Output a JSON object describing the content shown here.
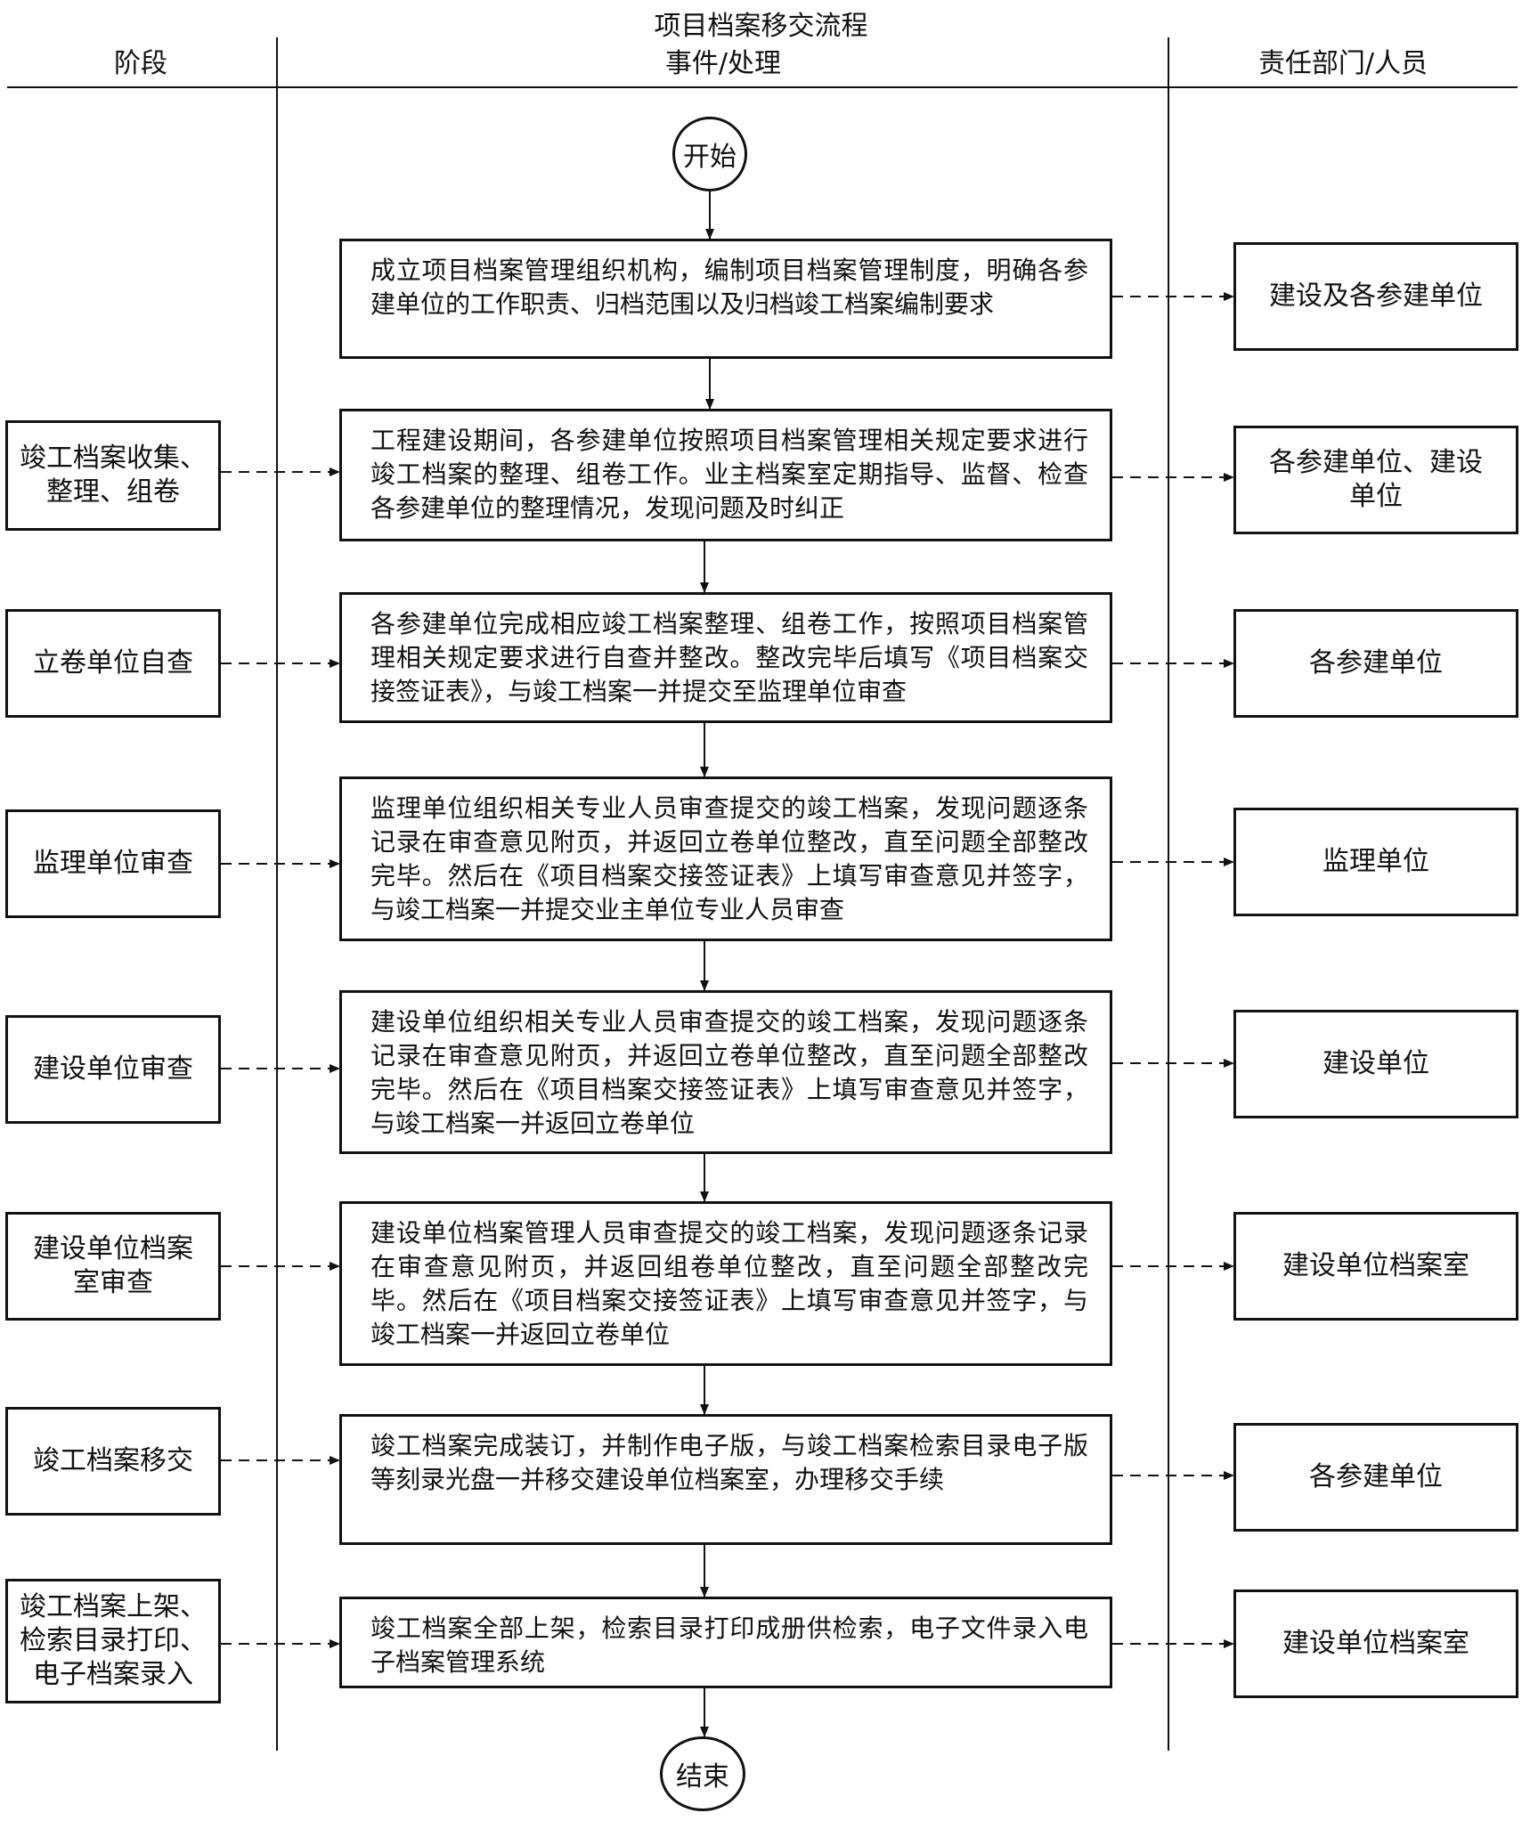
{
  "title": "项目档案移交流程",
  "headers": {
    "stage": "阶段",
    "event": "事件/处理",
    "dept": "责任部门/人员"
  },
  "start_label": "开始",
  "end_label": "结束",
  "steps": [
    {
      "stage": "",
      "event": "成立项目档案管理组织机构，编制项目档案管理制度，明确各参建单位的工作职责、归档范围以及归档竣工档案编制要求",
      "dept": "建设及各参建单位"
    },
    {
      "stage": "竣工档案收集、整理、组卷",
      "event": "工程建设期间，各参建单位按照项目档案管理相关规定要求进行竣工档案的整理、组卷工作。业主档案室定期指导、监督、检查各参建单位的整理情况，发现问题及时纠正",
      "dept": "各参建单位、建设单位"
    },
    {
      "stage": "立卷单位自查",
      "event": "各参建单位完成相应竣工档案整理、组卷工作，按照项目档案管理相关规定要求进行自查并整改。整改完毕后填写《项目档案交接签证表》，与竣工档案一并提交至监理单位审查",
      "dept": "各参建单位"
    },
    {
      "stage": "监理单位审查",
      "event": "监理单位组织相关专业人员审查提交的竣工档案，发现问题逐条记录在审查意见附页，并返回立卷单位整改，直至问题全部整改完毕。然后在《项目档案交接签证表》上填写审查意见并签字，与竣工档案一并提交业主单位专业人员审查",
      "dept": "监理单位"
    },
    {
      "stage": "建设单位审查",
      "event": "建设单位组织相关专业人员审查提交的竣工档案，发现问题逐条记录在审查意见附页，并返回立卷单位整改，直至问题全部整改完毕。然后在《项目档案交接签证表》上填写审查意见并签字，与竣工档案一并返回立卷单位",
      "dept": "建设单位"
    },
    {
      "stage": "建设单位档案室审查",
      "event": "建设单位档案管理人员审查提交的竣工档案，发现问题逐条记录在审查意见附页，并返回组卷单位整改，直至问题全部整改完毕。然后在《项目档案交接签证表》上填写审查意见并签字，与竣工档案一并返回立卷单位",
      "dept": "建设单位档案室"
    },
    {
      "stage": "竣工档案移交",
      "event": "竣工档案完成装订，并制作电子版，与竣工档案检索目录电子版等刻录光盘一并移交建设单位档案室，办理移交手续",
      "dept": "各参建单位"
    },
    {
      "stage": "竣工档案上架、检索目录打印、电子档案录入",
      "event": "竣工档案全部上架，检索目录打印成册供检索，电子文件录入电子档案管理系统",
      "dept": "建设单位档案室"
    }
  ]
}
